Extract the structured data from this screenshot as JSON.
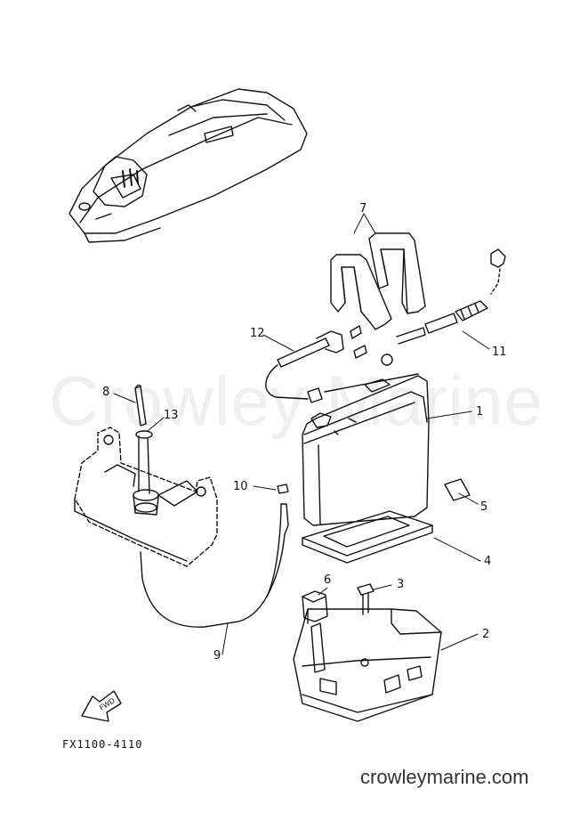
{
  "watermark": "Crowley Marine",
  "drawing_code": "FX1100-4110",
  "site_credit": "crowleymarine.com",
  "fwd_label": "FWD",
  "callouts": {
    "p1": "1",
    "p2": "2",
    "p3": "3",
    "p4": "4",
    "p5": "5",
    "p6": "6",
    "p7": "7",
    "p8": "8",
    "p9": "9",
    "p10": "10",
    "p11": "11",
    "p12": "12",
    "p13": "13"
  }
}
